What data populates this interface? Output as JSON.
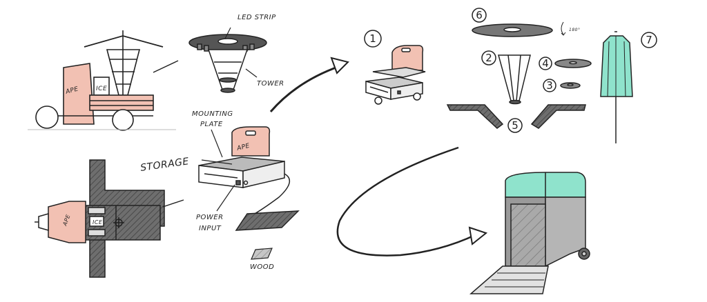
{
  "labels": {
    "led_strip": "LED STRIP",
    "tower": "TOWER",
    "mounting_plate_line1": "MOUNTING",
    "mounting_plate_line2": "PLATE",
    "storage": "STORAGE",
    "power_input_line1": "POWER",
    "power_input_line2": "INPUT",
    "wood": "WOOD",
    "ape_side": "APE",
    "ape_top": "APE",
    "ape_cart": "APE",
    "ice_side": "ICE",
    "ice_top": "ICE",
    "rotation": "180°"
  },
  "step_numbers": [
    "1",
    "2",
    "3",
    "4",
    "5",
    "6",
    "7"
  ],
  "colors": {
    "ape_fill": "#f2c1b3",
    "canopy_fill": "#8fe3cc",
    "trailer_gray": "#b5b5b5",
    "dark_gray": "#707070",
    "ink": "#222222"
  }
}
